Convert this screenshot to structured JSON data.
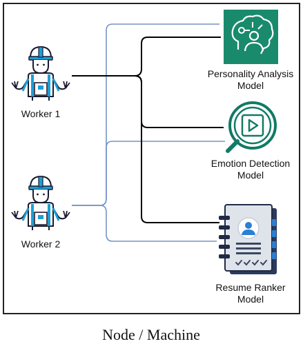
{
  "caption": "Node / Machine",
  "workers": [
    {
      "label": "Worker 1"
    },
    {
      "label": "Worker 2"
    }
  ],
  "models": [
    {
      "line1": "Personality Analysis",
      "line2": "Model"
    },
    {
      "line1": "Emotion Detection",
      "line2": "Model"
    },
    {
      "line1": "Resume Ranker",
      "line2": "Model"
    }
  ],
  "colors": {
    "frame": "#222222",
    "worker1_links": "#000000",
    "worker2_links": "#7592c5",
    "worker_icon": "#1c9fd6",
    "worker_outline": "#1a1a2e",
    "personality_icon_bg": "#1a8a6d",
    "emotion_icon": "#117a65",
    "resume_doc": "#dfe3ea",
    "resume_binding": "#1f2a44",
    "resume_avatar": "#2b7fd4"
  },
  "icons": {
    "worker": "construction-worker-icon",
    "personality": "brain-gear-person-icon",
    "emotion": "magnifier-video-icon",
    "resume": "resume-document-icon"
  }
}
